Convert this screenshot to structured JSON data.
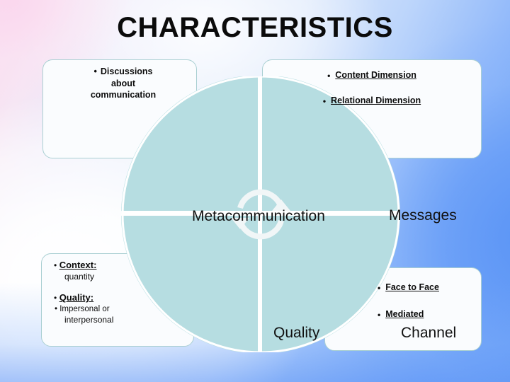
{
  "slide": {
    "title": "CHARACTERISTICS",
    "colors": {
      "circle_fill": "#b6dde1",
      "box_border": "#a9cfd2",
      "box_fill": "#fafcfe",
      "text": "#0c0c0c",
      "bg_pink": "#fadcee",
      "bg_blue": "#5b94f5",
      "divider": "#ffffff"
    }
  },
  "circle": {
    "center_icon": "refresh-cycle-icon",
    "quadrants": [
      {
        "id": "top-left",
        "label": "Metacommunication"
      },
      {
        "id": "top-right",
        "label": "Messages"
      },
      {
        "id": "bottom-left",
        "label": "Quality"
      },
      {
        "id": "bottom-right",
        "label": "Channel"
      }
    ]
  },
  "boxes": {
    "top_left": {
      "bullet": "•",
      "lines": [
        "Discussions",
        "about",
        "communication"
      ]
    },
    "top_right": {
      "bullet": "•",
      "items": [
        {
          "text": "Content Dimension"
        },
        {
          "text": "Relational Dimension"
        }
      ]
    },
    "bottom_left": {
      "bullet": "•",
      "items": [
        {
          "heading": "Context:",
          "detail": "quantity"
        },
        {
          "heading": "Quality:",
          "detail_bullet": "•",
          "detail": "Impersonal  or",
          "detail2": "interpersonal"
        }
      ]
    },
    "bottom_right": {
      "bullet": "•",
      "items": [
        {
          "text": "Face to Face"
        },
        {
          "text": "Mediated"
        }
      ]
    }
  }
}
